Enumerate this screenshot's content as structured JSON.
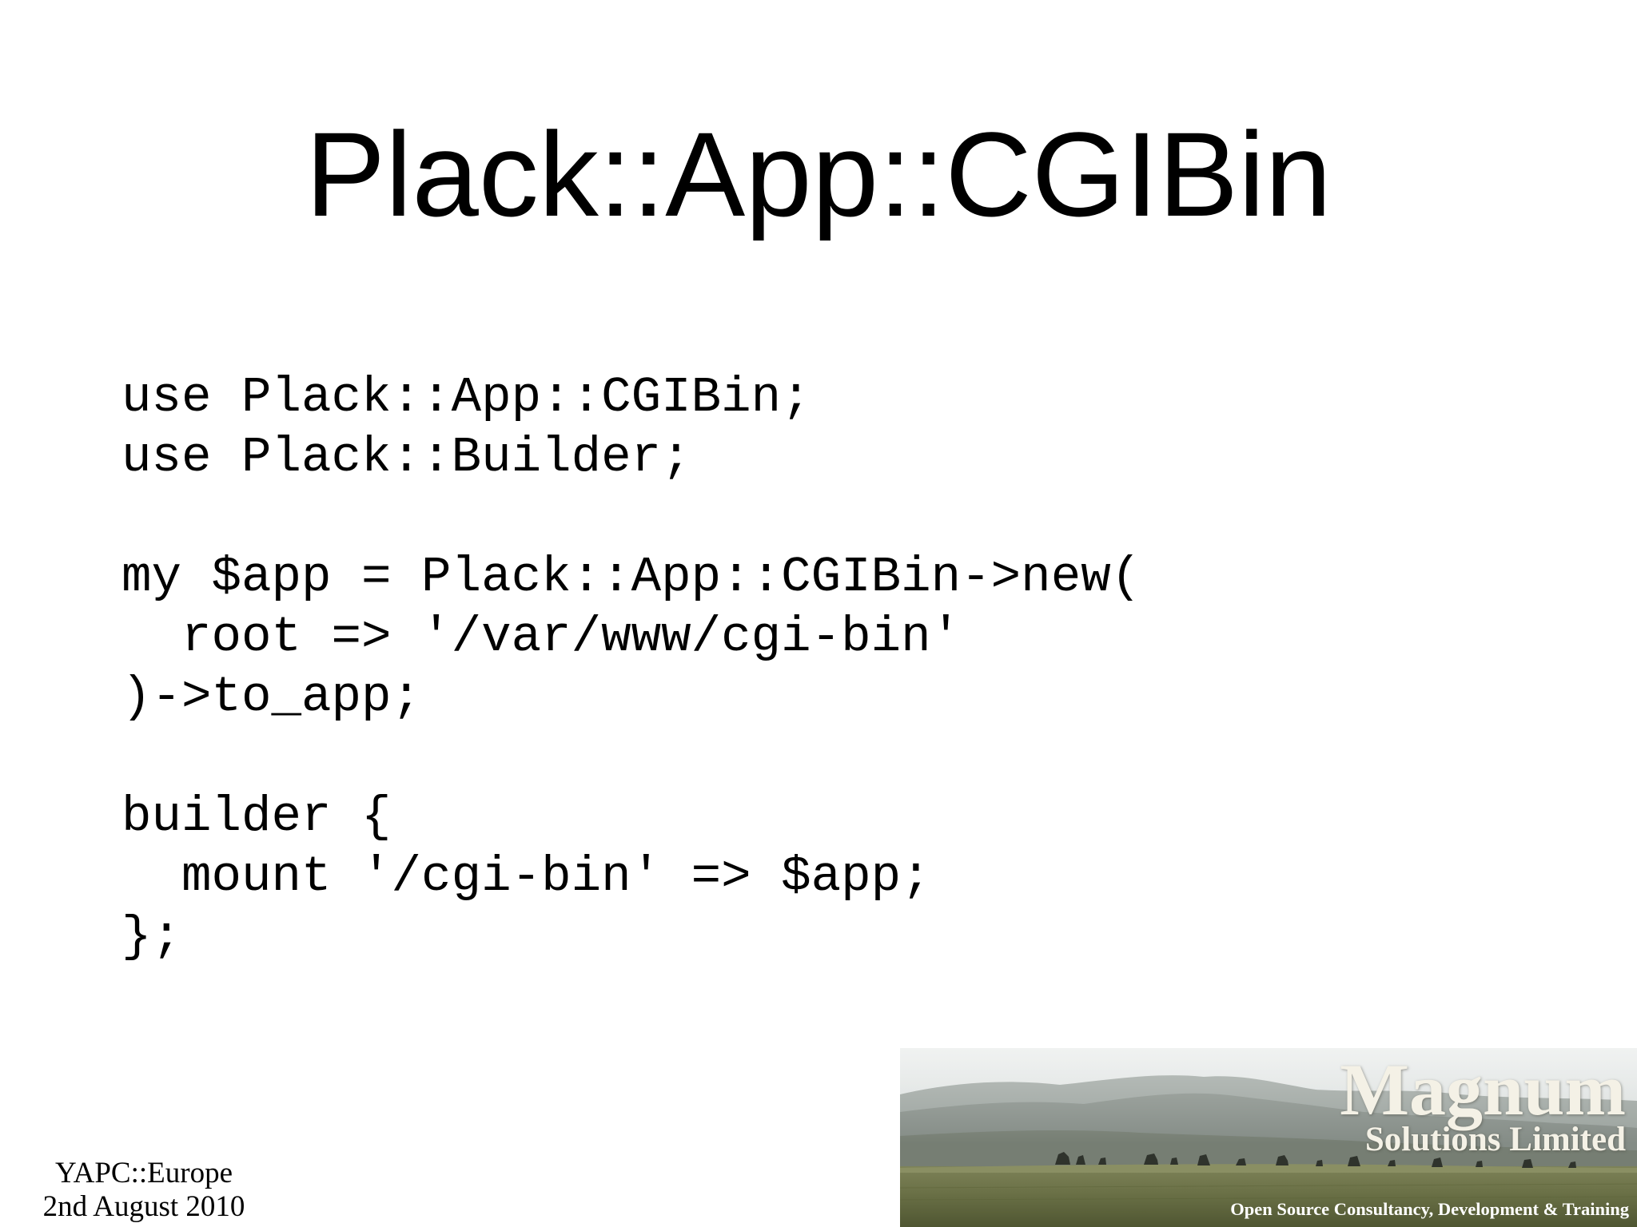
{
  "slide": {
    "title": "Plack::App::CGIBin",
    "code_lines": [
      "use Plack::App::CGIBin;",
      "use Plack::Builder;",
      "",
      "my $app = Plack::App::CGIBin->new(",
      "  root => '/var/www/cgi-bin'",
      ")->to_app;",
      "",
      "builder {",
      "  mount '/cgi-bin' => $app;",
      "};"
    ]
  },
  "footer": {
    "event": "YAPC::Europe",
    "date": "2nd August 2010"
  },
  "banner": {
    "company_name": "Magnum",
    "company_sub": "Solutions Limited",
    "tagline": "Open Source Consultancy, Development & Training"
  }
}
